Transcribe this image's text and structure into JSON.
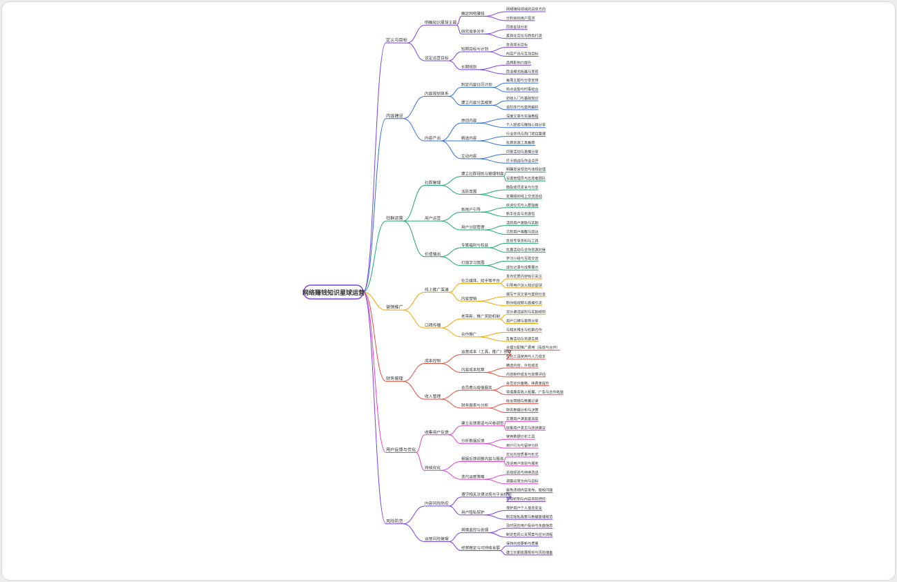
{
  "title": "网络赚钱知识星球运营",
  "colors": [
    "#7b3fe4",
    "#2f6fe0",
    "#1aa86a",
    "#f0a500",
    "#e54b3a",
    "#e040c8",
    "#7b3fe4"
  ],
  "branches": [
    {
      "label": "定义与目标",
      "children": [
        {
          "label": "明确知识星球主题",
          "children": [
            {
              "label": "确定网络赚钱",
              "children": [
                "网络赚钱领域的具体方向",
                "分析目标用户需求"
              ]
            },
            {
              "label": "研究竞争对手",
              "children": [
                "同类星球分析",
                "差异化定位与特色打造"
              ]
            }
          ]
        },
        {
          "label": "设定运营目标",
          "children": [
            {
              "label": "短期目标与计划",
              "children": [
                "会员增长目标",
                "内容产出与互动目标"
              ]
            },
            {
              "label": "长期规划",
              "children": [
                "品牌影响力提升",
                "商业模式拓展与变现"
              ]
            }
          ]
        }
      ]
    },
    {
      "label": "内容建设",
      "children": [
        {
          "label": "内容规划体系",
          "children": [
            {
              "label": "制定内容日历计划",
              "children": [
                "每周主题与分享安排",
                "热点话题与时事结合"
              ]
            },
            {
              "label": "建立内容分类框架",
              "children": [
                "初级入门与基础知识",
                "进阶技巧与案例解析"
              ]
            }
          ]
        },
        {
          "label": "内容产出",
          "children": [
            {
              "label": "原创内容",
              "children": [
                "深度文章与实操教程",
                "个人经验与赚钱心得分享"
              ]
            },
            {
              "label": "精选内容",
              "children": [
                "行业资讯与热门项目整理",
                "优质资源工具推荐"
              ]
            },
            {
              "label": "互动内容",
              "children": [
                "问答活动与直播分享",
                "打卡挑战与作业点评"
              ]
            }
          ]
        }
      ]
    },
    {
      "label": "社群运营",
      "children": [
        {
          "label": "社群管理",
          "children": [
            {
              "label": "建立社群规则与管理制度",
              "children": [
                "明确发言规范与违规处理",
                "设置管理员与志愿者团队"
              ]
            },
            {
              "label": "活跃氛围",
              "children": [
                "鼓励成员发言与分享",
                "定期组织线上交流活动"
              ]
            }
          ]
        },
        {
          "label": "用户运营",
          "children": [
            {
              "label": "新用户引导",
              "children": [
                "欢迎仪式与入群指南",
                "新手任务与资源包"
              ]
            },
            {
              "label": "用户分层管理",
              "children": [
                "活跃用户激励与奖励",
                "沉默用户唤醒与回访"
              ]
            }
          ]
        },
        {
          "label": "价值输出",
          "children": [
            {
              "label": "专属福利与权益",
              "children": [
                "会员专享资料与工具",
                "优惠活动与合作资源对接"
              ]
            },
            {
              "label": "打造学习氛围",
              "children": [
                "学习小组与互助交流",
                "成长记录与成果展示"
              ]
            }
          ]
        }
      ]
    },
    {
      "label": "营销推广",
      "children": [
        {
          "label": "线上推广渠道",
          "children": [
            {
              "label": "社交媒体，知乎等平台",
              "children": [
                "发布优质内容吸引关注",
                "引导用户加入知识星球"
              ]
            },
            {
              "label": "内容营销",
              "children": [
                "撰写干货文章与案例分享",
                "制作短视频与直播引流"
              ]
            }
          ]
        },
        {
          "label": "口碑传播",
          "children": [
            {
              "label": "老带新，推广奖励机制",
              "children": [
                "设计邀请返利与奖励规则",
                "用户口碑与案例分享"
              ]
            },
            {
              "label": "合作推广",
              "children": [
                "与相关博主与社群合作",
                "互推活动与资源互换"
              ]
            }
          ]
        }
      ]
    },
    {
      "label": "财务管理",
      "children": [
        {
          "label": "成本控制",
          "children": [
            {
              "label": "运营成本（工具，推广）预算",
              "children": [
                "合理分配推广费用（投放与合作）",
                "优化工具使用与人力成本"
              ]
            },
            {
              "label": "内容成本核算",
              "children": [
                "精选内容，外包成本",
                "内容制作成本与效果评估"
              ]
            }
          ]
        },
        {
          "label": "收入管理",
          "children": [
            {
              "label": "会员费与增值服务",
              "children": [
                "会员定价策略，续费率提升",
                "增值服务收入拓展，广告与合作收益"
              ]
            },
            {
              "label": "财务报表与分析",
              "children": [
                "收支明细与数据记录",
                "财务数据分析与决策"
              ]
            }
          ]
        }
      ]
    },
    {
      "label": "用户反馈与优化",
      "children": [
        {
          "label": "收集用户反馈",
          "children": [
            {
              "label": "建立反馈渠道与问卷调查",
              "children": [
                "定期用户满意度调查",
                "收集用户意见与改进建议"
              ]
            },
            {
              "label": "分析数据反馈",
              "children": [
                "使用数据分析工具",
                "用户行为与留存分析"
              ]
            }
          ]
        },
        {
          "label": "持续优化",
          "children": [
            {
              "label": "根据反馈调整内容与服务",
              "children": [
                "优化内容质量与形式",
                "改进用户体验与服务"
              ]
            },
            {
              "label": "迭代运营策略",
              "children": [
                "总结经验与持续改进",
                "调整运营方向与目标"
              ]
            }
          ]
        }
      ]
    },
    {
      "label": "风险防范",
      "children": [
        {
          "label": "内容风险防控",
          "children": [
            {
              "label": "遵守相关法律法规与平台规则",
              "children": [
                "避免违规内容发布，版权问题",
                "审核机制与内容风险把控"
              ]
            },
            {
              "label": "用户隐私保护",
              "children": [
                "保护用户个人信息安全",
                "制定隐私政策与数据管理规范"
              ]
            }
          ]
        },
        {
          "label": "运营风险管理",
          "children": [
            {
              "label": "舆情监控与处理",
              "children": [
                "及时回应用户投诉与负面信息",
                "制定危机公关预案与应对流程"
              ]
            },
            {
              "label": "经营稳定与可持续发展",
              "children": [
                "保持内容更新与质量",
                "建立长期发展规划与风险储备"
              ]
            }
          ]
        }
      ]
    }
  ]
}
